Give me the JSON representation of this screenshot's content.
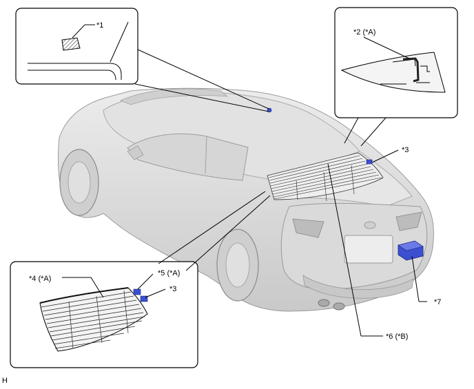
{
  "callouts": {
    "c1": "*1",
    "c2": "*2 (*A)",
    "c3_main": "*3",
    "c3_inset": "*3",
    "c4": "*4 (*A)",
    "c5": "*5 (*A)",
    "c6": "*6 (*B)",
    "c7": "*7"
  },
  "figure_code": "H",
  "colors": {
    "body_fill": "#dcdcdc",
    "body_shade": "#c4c4c4",
    "glass": "#e8e8e8",
    "highlight_blue": "#3b4fd0",
    "line": "#000000"
  }
}
